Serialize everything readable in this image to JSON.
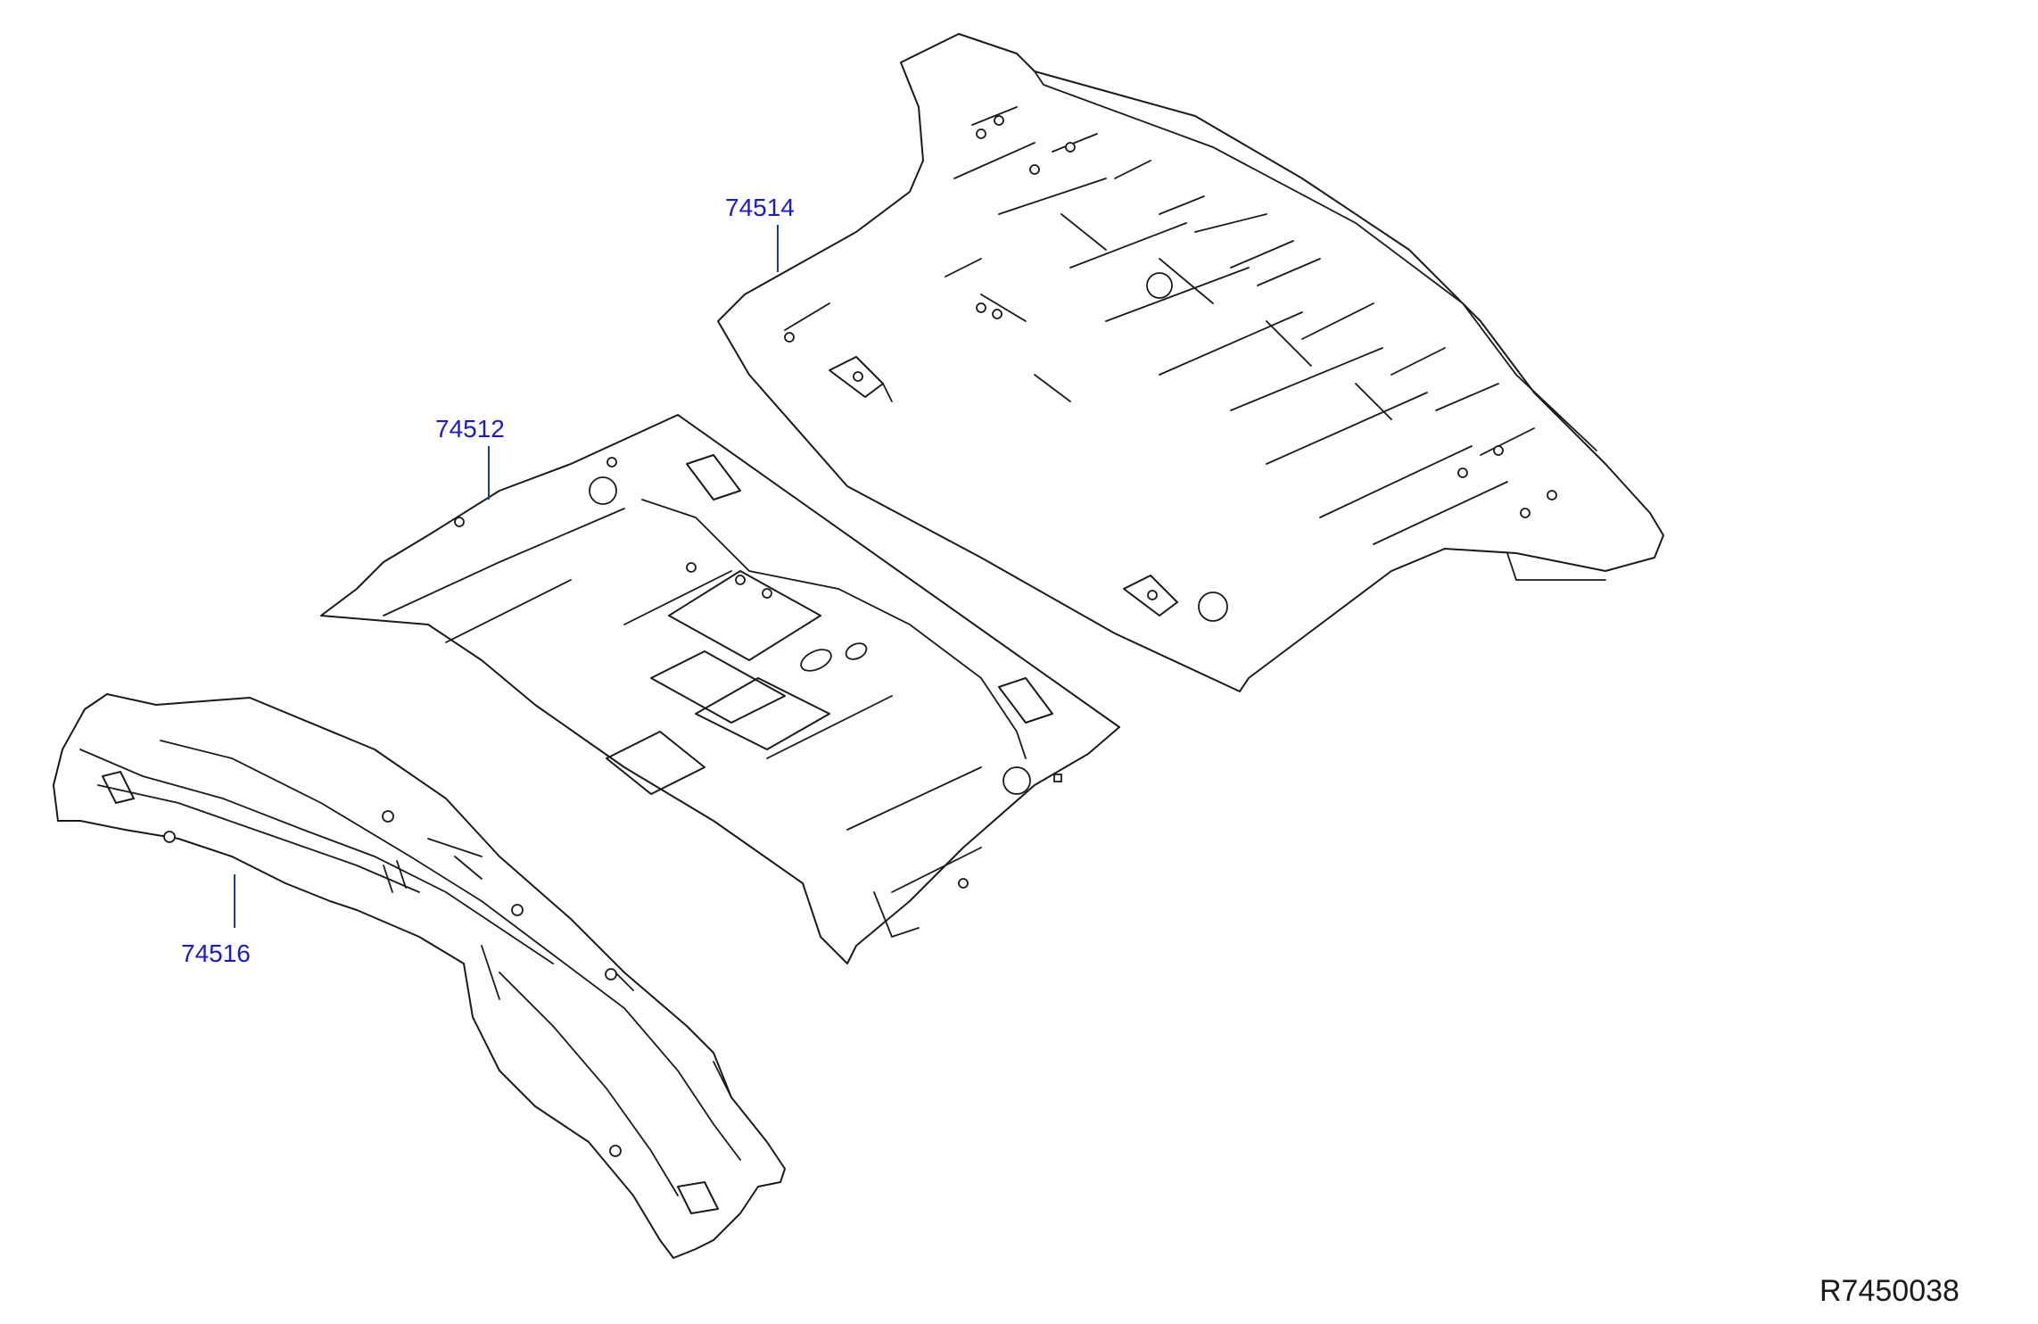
{
  "callouts": {
    "part_74514": "74514",
    "part_74512": "74512",
    "part_74516": "74516"
  },
  "diagram_code": "R7450038",
  "colors": {
    "callout_text": "#1a1acc",
    "leader_line": "#1a3f8f",
    "line_art": "#1a1a1a",
    "background": "#ffffff"
  }
}
